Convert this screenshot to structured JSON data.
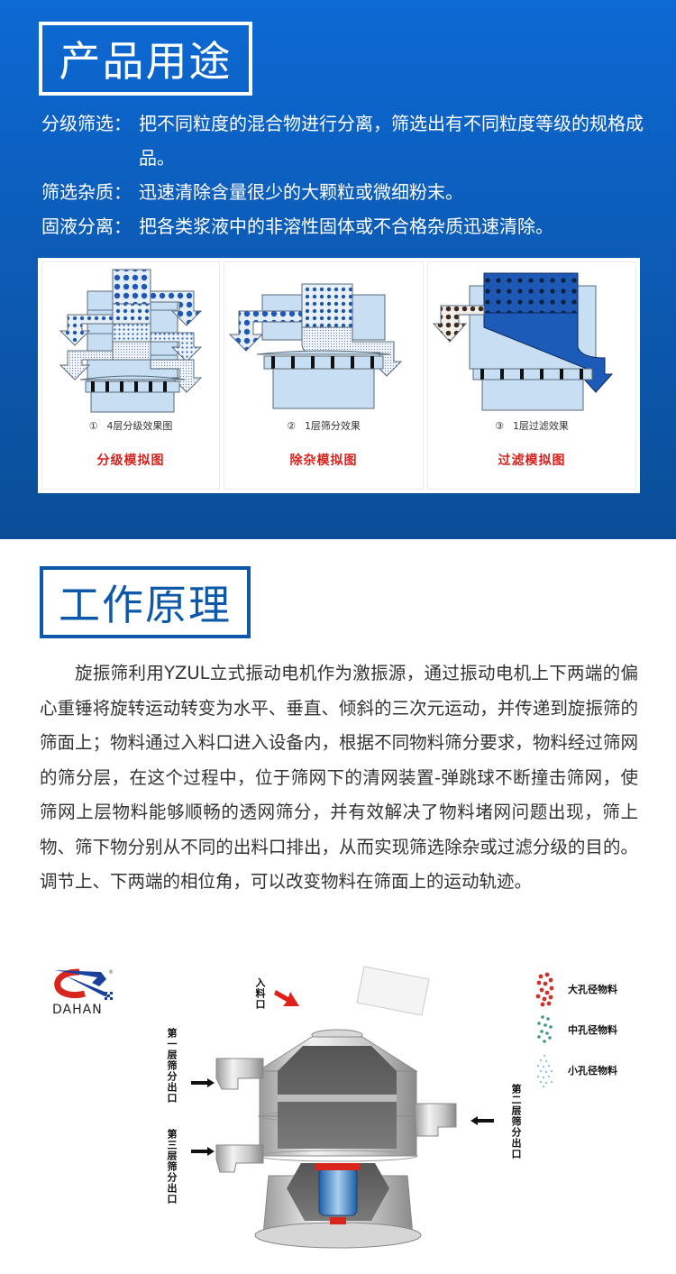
{
  "usage_section": {
    "title": "产品用途",
    "items": [
      {
        "term": "分级筛选：",
        "desc": "把不同粒度的混合物进行分离，筛选出有不同粒度等级的规格成品。"
      },
      {
        "term": "筛选杂质：",
        "desc": "迅速清除含量很少的大颗粒或微细粉末。"
      },
      {
        "term": "固液分离：",
        "desc": "把各类浆液中的非溶性固体或不合格杂质迅速清除。"
      }
    ],
    "diagrams": [
      {
        "num": "①",
        "caption": "4层分级效果图",
        "title": "分级模拟图"
      },
      {
        "num": "②",
        "caption": "1层筛分效果",
        "title": "除杂模拟图"
      },
      {
        "num": "③",
        "caption": "1层过滤效果",
        "title": "过滤模拟图"
      }
    ]
  },
  "principle_section": {
    "title": "工作原理",
    "paragraph": "旋振筛利用YZUL立式振动电机作为激振源，通过振动电机上下两端的偏心重锤将旋转运动转变为水平、垂直、倾斜的三次元运动，并传递到旋振筛的筛面上；物料通过入料口进入设备内，根据不同物料筛分要求，物料经过筛网的筛分层，在这个过程中，位于筛网下的清网装置-弹跳球不断撞击筛网，使筛网上层物料能够顺畅的透网筛分，并有效解决了物料堵网问题出现，筛上物、筛下物分别从不同的出料口排出，从而实现筛选除杂或过滤分级的目的。调节上、下两端的相位角，可以改变物料在筛面上的运动轨迹。"
  },
  "machine_diagram": {
    "brand": "DAHAN",
    "registered_mark": "®",
    "labels": {
      "inlet": "入料口",
      "outlet_1": "第一层筛分出口",
      "outlet_2": "第二层筛分出口",
      "outlet_3": "第三层筛分出口"
    },
    "legend": [
      {
        "label": "大孔径物料",
        "color": "#d0302a"
      },
      {
        "label": "中孔径物料",
        "color": "#3f9a7c"
      },
      {
        "label": "小孔径物料",
        "color": "#8cbce0"
      }
    ]
  },
  "colors": {
    "blue_top": "#0d69d4",
    "blue_bottom": "#0a4e97",
    "title_blue": "#0d58a8",
    "diagram_red": "#d8221e"
  }
}
